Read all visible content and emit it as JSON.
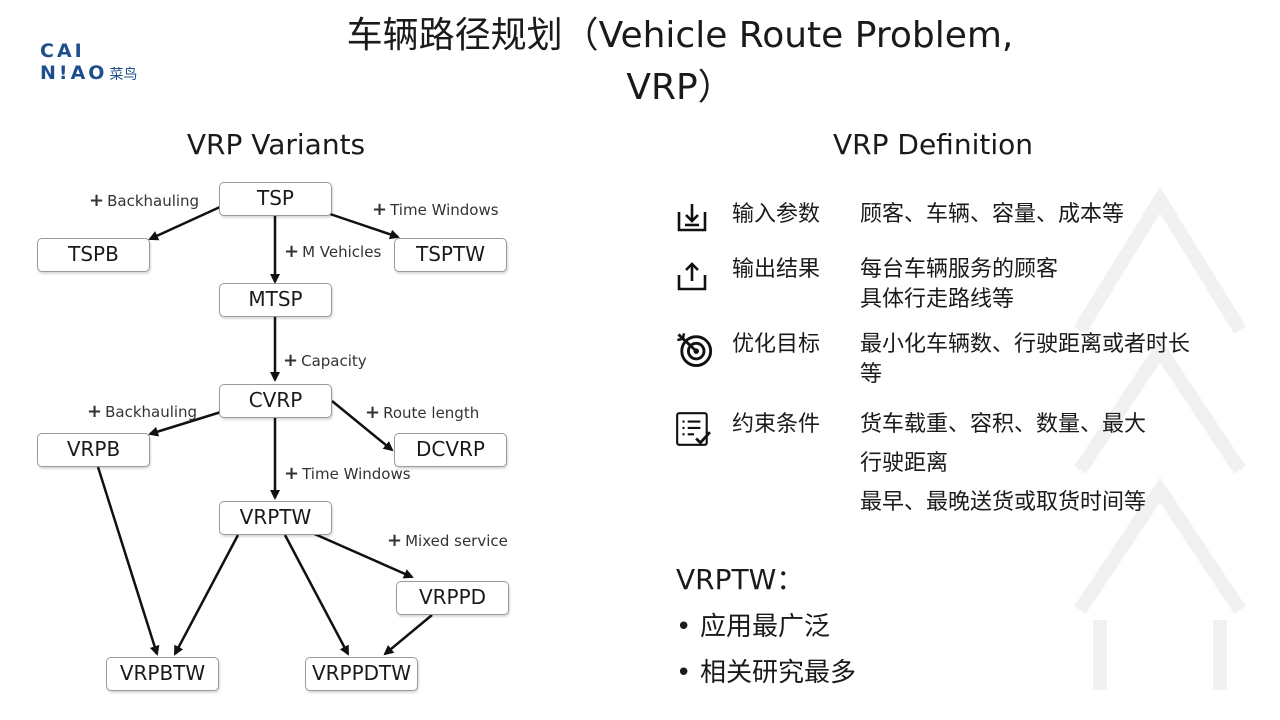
{
  "logo": {
    "line1": "CAI",
    "line2": "N!AO",
    "chinese": "菜鸟"
  },
  "title": {
    "line1": "车辆路径规划（Vehicle Route Problem,",
    "line2": "VRP）"
  },
  "variants": {
    "heading": "VRP Variants",
    "nodes": {
      "tsp": "TSP",
      "tspb": "TSPB",
      "tsptw": "TSPTW",
      "mtsp": "MTSP",
      "cvrp": "CVRP",
      "vrpb": "VRPB",
      "dcvrp": "DCVRP",
      "vrptw": "VRPTW",
      "vrppd": "VRPPD",
      "vrpbtw": "VRPBTW",
      "vrppdtw": "VRPPDTW"
    },
    "edge_labels": {
      "plus": "+",
      "backhauling_1": "Backhauling",
      "time_windows_1": "Time Windows",
      "m_vehicles": "M Vehicles",
      "capacity": "Capacity",
      "backhauling_2": "Backhauling",
      "route_length": "Route length",
      "time_windows_2": "Time Windows",
      "mixed_service": "Mixed service"
    }
  },
  "definition": {
    "heading": "VRP Definition",
    "rows": [
      {
        "label": "输入参数",
        "icon": "download-tray-icon",
        "text": [
          "顾客、车辆、容量、成本等"
        ]
      },
      {
        "label": "输出结果",
        "icon": "upload-tray-icon",
        "text": [
          "每台车辆服务的顾客",
          "具体行走路线等"
        ]
      },
      {
        "label": "优化目标",
        "icon": "target-icon",
        "text": [
          "最小化车辆数、行驶距离或者时长",
          "等"
        ]
      },
      {
        "label": "约束条件",
        "icon": "checklist-icon",
        "text": [
          "货车载重、容积、数量、最大",
          "行驶距离",
          "最早、最晚送货或取货时间等"
        ]
      }
    ]
  },
  "vrptw": {
    "heading": "VRPTW：",
    "bullet": "•",
    "items": [
      "应用最广泛",
      "相关研究最多"
    ]
  },
  "colors": {
    "logo": "#1f4e8c",
    "text": "#1a1a1a",
    "node_border": "#9a9a9a"
  }
}
